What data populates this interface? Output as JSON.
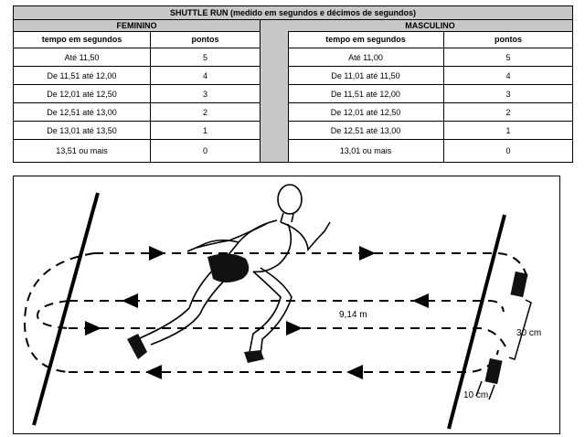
{
  "table": {
    "title": "SHUTTLE RUN (medido em segundos e décimos de segundos)",
    "feminino": {
      "header": "FEMININO",
      "col_time": "tempo em segundos",
      "col_points": "pontos",
      "rows": [
        {
          "time": "Até 11,50",
          "points": "5"
        },
        {
          "time": "De 11,51 até 12,00",
          "points": "4"
        },
        {
          "time": "De 12,01 até 12,50",
          "points": "3"
        },
        {
          "time": "De 12,51 até 13,00",
          "points": "2"
        },
        {
          "time": "De 13,01 até 13,50",
          "points": "1"
        },
        {
          "time": "13,51 ou mais",
          "points": "0"
        }
      ]
    },
    "masculino": {
      "header": "MASCULINO",
      "col_time": "tempo em segundos",
      "col_points": "pontos",
      "rows": [
        {
          "time": "Até 11,00",
          "points": "5"
        },
        {
          "time": "De 11,01 até 11,50",
          "points": "4"
        },
        {
          "time": "De 11,51 até 12,00",
          "points": "3"
        },
        {
          "time": "De 12,01 até 12,50",
          "points": "2"
        },
        {
          "time": "De 12,51 até 13,00",
          "points": "1"
        },
        {
          "time": "13,01 ou mais",
          "points": "0"
        }
      ]
    }
  },
  "figure": {
    "distance_label": "9,14 m",
    "block_gap_label": "30 cm",
    "block_size_label": "10 cm"
  }
}
